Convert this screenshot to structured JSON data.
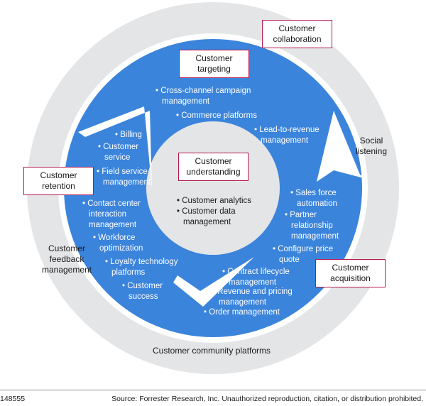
{
  "colors": {
    "ring": "#3b84dc",
    "background_disc": "#e4e5e7",
    "box_border": "#b5174d"
  },
  "stages": {
    "targeting": {
      "title": "Customer\ntargeting",
      "items": [
        "Cross-channel campaign\nmanagement",
        "Commerce platforms",
        "Lead-to-revenue\nmanagement"
      ]
    },
    "acquisition": {
      "title": "Customer\nacquisition",
      "items": [
        "Sales force\nautomation",
        "Partner\nrelationship\nmanagement",
        "Configure price\nquote",
        "Contract lifecycle\nmanagement",
        "Revenue and pricing\nmanagement",
        "Order management"
      ]
    },
    "retention": {
      "title": "Customer\nretention",
      "items": [
        "Billing",
        "Customer\nservice",
        "Field service\nmanagement",
        "Contact center\ninteraction\nmanagement",
        "Workforce\noptimization",
        "Loyalty technology\nplatforms",
        "Customer\nsuccess"
      ]
    },
    "understanding": {
      "title": "Customer\nunderstanding",
      "items": [
        "Customer analytics",
        "Customer data\nmanagement"
      ]
    }
  },
  "collaboration": {
    "title": "Customer\ncollaboration",
    "social_listening": "Social\nlistening",
    "feedback_management": "Customer\nfeedback\nmanagement",
    "community_platforms": "Customer community platforms"
  },
  "footer": {
    "figure_id": "148555",
    "source": "Source: Forrester Research, Inc. Unauthorized reproduction, citation, or distribution prohibited."
  }
}
